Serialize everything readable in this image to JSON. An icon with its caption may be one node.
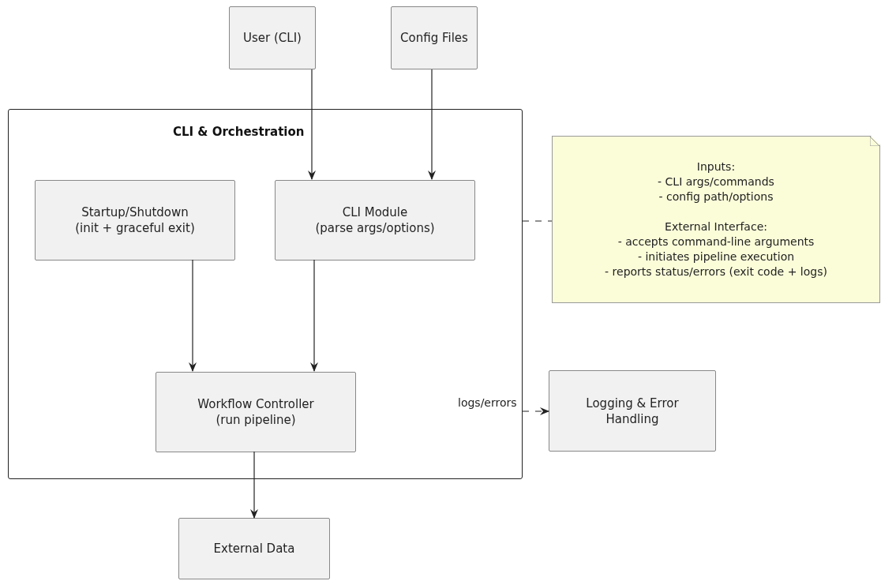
{
  "diagram": {
    "nodes": [
      {
        "text": [
          "User (CLI)"
        ]
      },
      {
        "text": [
          "Config Files"
        ]
      },
      {
        "text": [
          "CLI & Orchestration"
        ]
      },
      {
        "text": [
          "Startup/Shutdown",
          "(init + graceful exit)"
        ],
        "in": 2
      },
      {
        "text": [
          "CLI Module",
          "(parse args/options)"
        ],
        "in": 2
      },
      {
        "text": [
          "Workflow Controller",
          "(run pipeline)"
        ],
        "in": 2
      },
      {
        "text": [
          "Inputs:",
          "- CLI args/commands",
          "- config path/options",
          "External Interface:",
          "- accepts command-line arguments",
          "- initiates pipeline execution",
          "- reports status/errors (exit code + logs)"
        ]
      },
      {
        "text": [
          "Logging & Error Handling"
        ]
      },
      {
        "text": [
          "External Data"
        ]
      }
    ],
    "edges": [
      {
        "from": 0,
        "to": 4,
        "arrow": "to"
      },
      {
        "from": 1,
        "to": 4,
        "arrow": "to"
      },
      {
        "from": 3,
        "to": 5,
        "arrow": "to"
      },
      {
        "from": 4,
        "to": 5,
        "arrow": "to"
      },
      {
        "from": 5,
        "to": 8,
        "arrow": "to"
      },
      {
        "from": 2,
        "to": 6,
        "arrow": "none",
        "style": "dashed"
      },
      {
        "from": 2,
        "to": 7,
        "arrow": "to",
        "style": "dashed",
        "label": "logs/errors"
      }
    ]
  }
}
